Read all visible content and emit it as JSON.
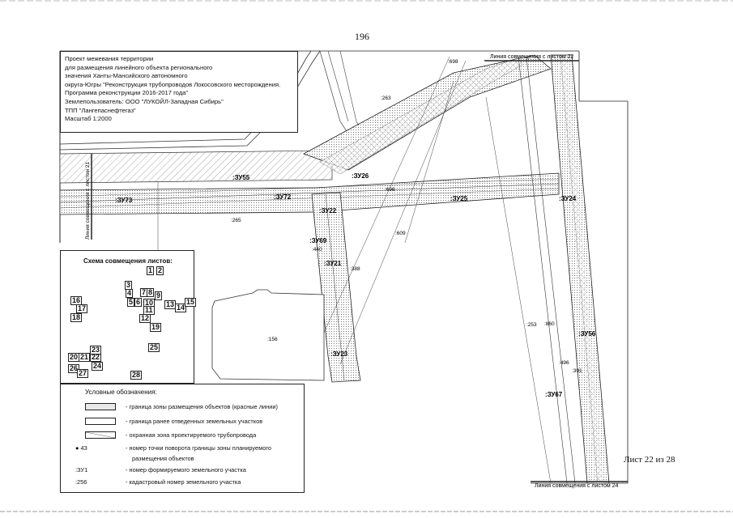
{
  "page_number": "196",
  "title_block": {
    "lines": [
      "Проект межевания территории",
      "для размещения линейного объекта регионального",
      "значения Ханты-Мансийского автономного",
      "округа-Югры \"Реконструкция трубопроводов Локосовского месторождения.",
      "Программа реконструкции 2016-2017 года\"",
      "Землепользователь: ООО \"ЛУКОЙЛ-Западная Сибирь\"",
      "ТПП \"Лангепаснефтегаз\"",
      "Масштаб 1:2000"
    ]
  },
  "match_lines": {
    "top": "Линия совмещения с листом 22",
    "left": "Линия совмещения с листом 21",
    "bottom": "Линия совмещения с листом 24"
  },
  "parcels": {
    "zu73": ":ЗУ73",
    "zu55": ":ЗУ55",
    "zu72": ":ЗУ72",
    "zu26": ":ЗУ26",
    "zu22": ":ЗУ22",
    "zu25": ":ЗУ25",
    "zu24": ":ЗУ24",
    "zu69": ":ЗУ69",
    "zu21": ":ЗУ21",
    "zu23": ":ЗУ23",
    "zu56": ":ЗУ56",
    "zu67": ":ЗУ67"
  },
  "cadastral": {
    "c265": ":265",
    "c263": ":263",
    "c698": ":698",
    "c696": ":696",
    "c609": ":609",
    "c440": ":440",
    "c388": ":388",
    "c156": ":156",
    "c253": ":253",
    "c860": ":860",
    "c496": ":496",
    "c391": ":391"
  },
  "scheme": {
    "title": "Схема совмещения листов:",
    "sheets": [
      "1",
      "2",
      "3",
      "4",
      "5",
      "6",
      "7",
      "8",
      "9",
      "10",
      "11",
      "12",
      "13",
      "14",
      "15",
      "16",
      "17",
      "18",
      "19",
      "20",
      "21",
      "22",
      "23",
      "24",
      "25",
      "26",
      "27",
      "28"
    ]
  },
  "legend": {
    "title": "Условные обозначения:",
    "items": [
      "- граница зоны размещения объектов (красные линии)",
      "- граница ранее отведенных земельных участков",
      "- охранная зона проектируемого трубопровода"
    ],
    "point_code": "43",
    "point_text_1": "- номер точки поворота границы зоны планируемого",
    "point_text_2": "размещения объектов",
    "zu_code": ":ЗУ1",
    "zu_text": "- номер формируемого земельного участка",
    "cad_code": ":256",
    "cad_text": "- кадастровый номер земельного участка"
  },
  "sheet_label": "Лист 22 из 28"
}
